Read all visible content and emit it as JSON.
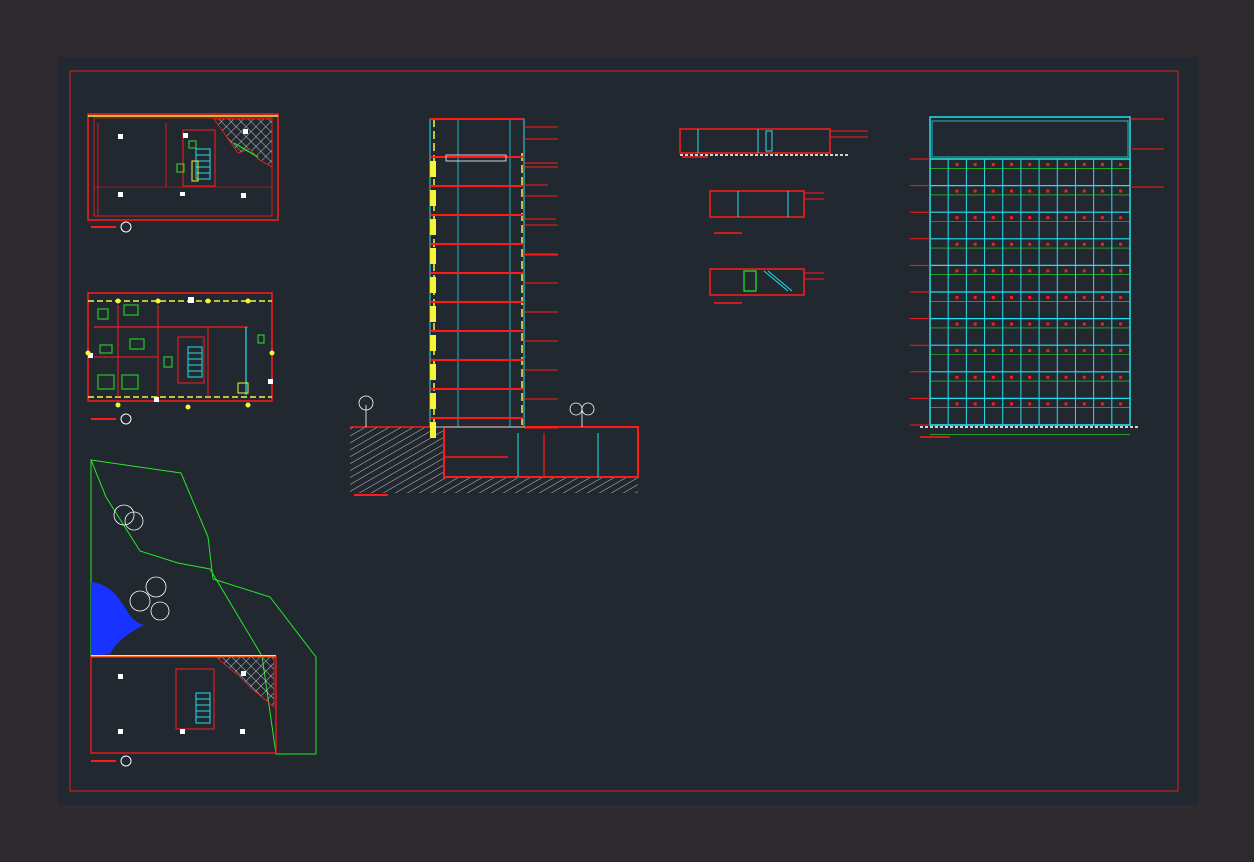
{
  "colors": {
    "background": "#2e2a30",
    "sheet": "#212830",
    "border": "#d81f26",
    "wall": "#ff1a1a",
    "cyan": "#22dfee",
    "green": "#25e825",
    "yellow": "#f4f43a",
    "white": "#ffffff",
    "hatch": "#c8c8c8",
    "water": "#1833ff"
  },
  "drawings": {
    "plan_top": "floor-plan-upper",
    "plan_typical": "floor-plan-typical",
    "site": "site-plan",
    "section": "building-section",
    "details": "detail-sections",
    "elevation": "facade-elevation"
  },
  "elevation_grid": {
    "columns": 11,
    "rows": 10
  }
}
